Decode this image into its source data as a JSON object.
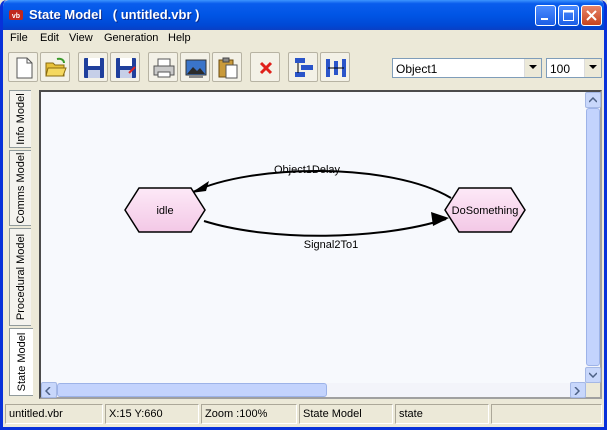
{
  "window": {
    "title": "State Model   ( untitled.vbr )"
  },
  "menu": [
    "File",
    "Edit",
    "View",
    "Generation",
    "Help"
  ],
  "toolbar": {
    "buttons": [
      "new-file-icon",
      "open-folder-icon",
      "save-icon",
      "save-as-icon",
      "print-icon",
      "image-icon",
      "clipboard-icon",
      "delete-icon",
      "layout-vertical-icon",
      "layout-horizontal-icon"
    ],
    "object_combo": {
      "value": "Object1"
    },
    "zoom_combo": {
      "value": "100"
    }
  },
  "side_tabs": [
    {
      "label": "Info Model",
      "active": false
    },
    {
      "label": "Comms Model",
      "active": false
    },
    {
      "label": "Procedural Model",
      "active": false
    },
    {
      "label": "State Model",
      "active": true
    }
  ],
  "diagram": {
    "states": [
      {
        "id": "idle",
        "label": "idle"
      },
      {
        "id": "dosomething",
        "label": "DoSomething"
      }
    ],
    "transitions": [
      {
        "from": "dosomething",
        "to": "idle",
        "label": "Object1Delay"
      },
      {
        "from": "idle",
        "to": "dosomething",
        "label": "Signal2To1"
      }
    ]
  },
  "status": {
    "file": "untitled.vbr",
    "coords": "X:15 Y:660",
    "zoom": "Zoom :100%",
    "model": "State Model",
    "mode": "state"
  },
  "colors": {
    "title_bar": "#0055e5",
    "state_fill": "#f8d8f0",
    "canvas": "#f7f9fd"
  }
}
